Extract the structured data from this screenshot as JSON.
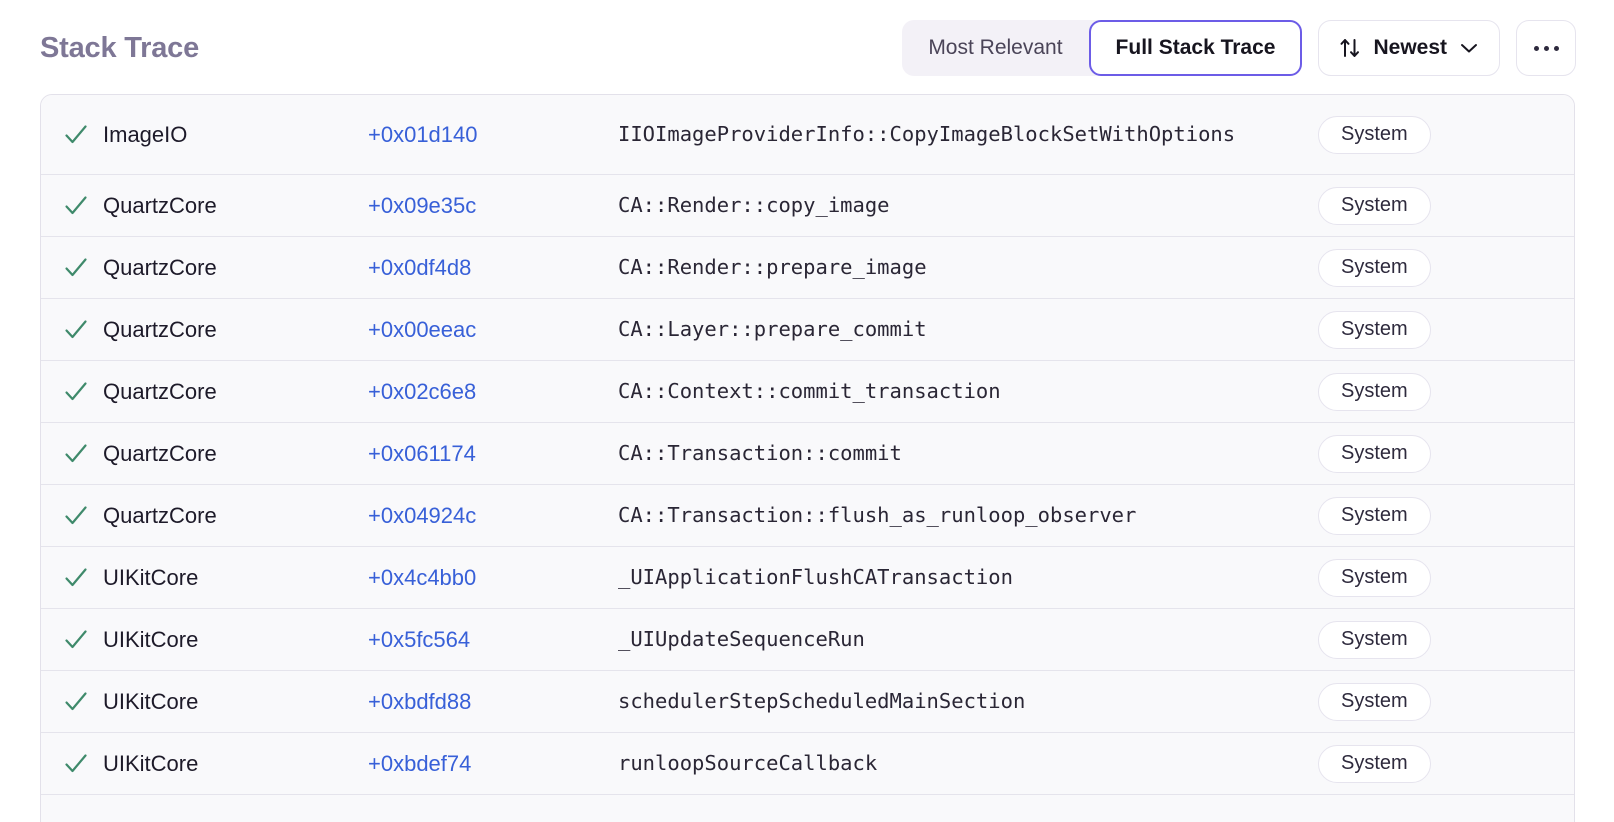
{
  "panel": {
    "title": "Stack Trace"
  },
  "toolbar": {
    "segmented": {
      "options": [
        {
          "label": "Most Relevant",
          "selected": false
        },
        {
          "label": "Full Stack Trace",
          "selected": true
        }
      ]
    },
    "sort": {
      "label": "Newest",
      "icon": "sort-arrows-icon",
      "chevron": "chevron-down-icon"
    },
    "more": {
      "label": "…",
      "icon": "ellipsis-icon"
    }
  },
  "colors": {
    "accent_purple": "#6c5ce7",
    "title_purple": "#7e7796",
    "offset_blue": "#3860d8",
    "check_green": "#3f8a6b",
    "row_bg": "#f9f9fb",
    "divider": "#e5e4ec"
  },
  "table": {
    "row_status_icon": "check-icon",
    "rows": [
      {
        "module": "ImageIO",
        "offset": "+0x01d140",
        "function": "IIOImageProviderInfo::CopyImageBlockSetWithOptions",
        "badge": "System"
      },
      {
        "module": "QuartzCore",
        "offset": "+0x09e35c",
        "function": "CA::Render::copy_image",
        "badge": "System"
      },
      {
        "module": "QuartzCore",
        "offset": "+0x0df4d8",
        "function": "CA::Render::prepare_image",
        "badge": "System"
      },
      {
        "module": "QuartzCore",
        "offset": "+0x00eeac",
        "function": "CA::Layer::prepare_commit",
        "badge": "System"
      },
      {
        "module": "QuartzCore",
        "offset": "+0x02c6e8",
        "function": "CA::Context::commit_transaction",
        "badge": "System"
      },
      {
        "module": "QuartzCore",
        "offset": "+0x061174",
        "function": "CA::Transaction::commit",
        "badge": "System"
      },
      {
        "module": "QuartzCore",
        "offset": "+0x04924c",
        "function": "CA::Transaction::flush_as_runloop_observer",
        "badge": "System"
      },
      {
        "module": "UIKitCore",
        "offset": "+0x4c4bb0",
        "function": "_UIApplicationFlushCATransaction",
        "badge": "System"
      },
      {
        "module": "UIKitCore",
        "offset": "+0x5fc564",
        "function": "_UIUpdateSequenceRun",
        "badge": "System"
      },
      {
        "module": "UIKitCore",
        "offset": "+0xbdfd88",
        "function": "schedulerStepScheduledMainSection",
        "badge": "System"
      },
      {
        "module": "UIKitCore",
        "offset": "+0xbdef74",
        "function": "runloopSourceCallback",
        "badge": "System"
      }
    ]
  }
}
